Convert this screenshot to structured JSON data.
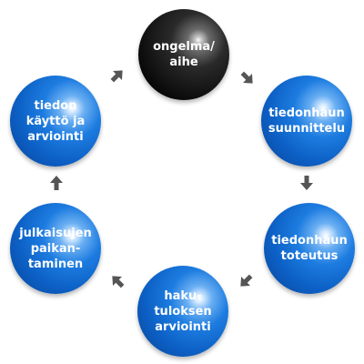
{
  "diagram": {
    "colors": {
      "node_blue": "#1d7ce0",
      "node_dark": "#111111",
      "arrow": "#555555",
      "text": "#ffffff"
    },
    "nodes": [
      {
        "label": "ongelma/\naihe"
      },
      {
        "label": "tiedonhaun\nsuunnittelu"
      },
      {
        "label": "tiedonhaun\ntoteutus"
      },
      {
        "label": "haku-\ntuloksen\narviointi"
      },
      {
        "label": "julkaisujen\npaikan-\ntaminen"
      },
      {
        "label": "tiedon\nkäyttö ja\narviointi"
      }
    ]
  }
}
